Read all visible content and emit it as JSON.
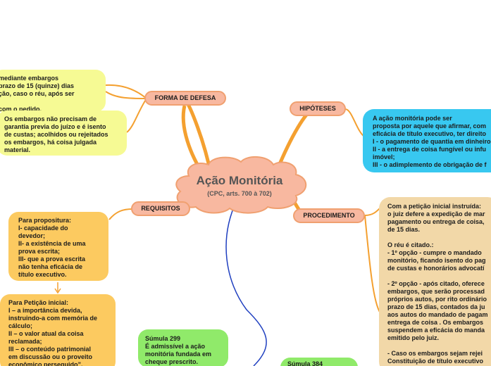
{
  "central": {
    "title": "Ação Monitória",
    "subtitle": "(CPC, arts. 700 à 702)"
  },
  "branches": {
    "forma_de_defesa": "FORMA DE DEFESA",
    "hipoteses": "HIPÓTESES",
    "requisitos": "REQUISITOS",
    "procedimento": "PROCEDIMENTO"
  },
  "notes": {
    "defesa_embargos": "mediante embargos\n prazo de 15 (quinze) dias\nção, caso o réu, após ser\n\n com o pedido.",
    "defesa_embargos_garantia": "Os embargos não precisam de\ngarantia previa do juízo e é isento\nde custas; acolhidos ou rejeitados\nos embargos, há coisa julgada\nmaterial.",
    "hipoteses_texto": "A ação monitória pode ser\nproposta por aquele que afirmar, com\neficácia de título executivo, ter direito\nI - o pagamento de quantia em dinheiro\nII - a entrega de coisa fungível ou infu\nimóvel;\nIII - o adimplemento de obrigação de f",
    "requisitos_propositura": "Para propositura:\nI- capacidade do\ndevedor;\nII- a existência de uma\nprova escrita;\nIII- que a prova escrita\nnão tenha eficácia de\ntítulo executivo.",
    "requisitos_peticao": "Para Petição inicial:\nI – a importância devida,\ninstruindo-a com memória de\ncálculo;\nII – o valor atual da coisa\nreclamada;\nIII – o conteúdo patrimonial\nem discussão ou o proveito\neconômico perseguido”.",
    "procedimento_texto": "Com a petição inicial instruída:\no juiz defere a expedição de mar\npagamento ou entrega de coisa,\nde 15 dias.\n\nO réu é citado.:\n- 1º opção - cumpre o mandado\nmonitório, ficando isento do pag\nde custas e honorários advocatí\n\n- 2º opção - após citado, oferece\nembargos, que serão processad\npróprios autos, por rito ordinário\nprazo de 15 dias, contados da ju\naos autos do mandado de pagam\nentrega de coisa . Os embargos\nsuspendem a eficácia do manda\nemitido pelo juiz.\n\n - Caso os embargos sejam rejei\nConstituição de título executivo\nintima-se o devedor          para",
    "sumula_299": "Súmula 299\nÉ admissível a ação\nmonitória fundada em\ncheque prescrito.",
    "sumula_384": "Súmula 384"
  },
  "colors": {
    "branch_line": "#f4a030",
    "pill_fill": "#f8b8a0",
    "pill_border": "#f0a070",
    "cloud_fill": "#f8b8a0",
    "connector_blue": "#2040c0"
  }
}
